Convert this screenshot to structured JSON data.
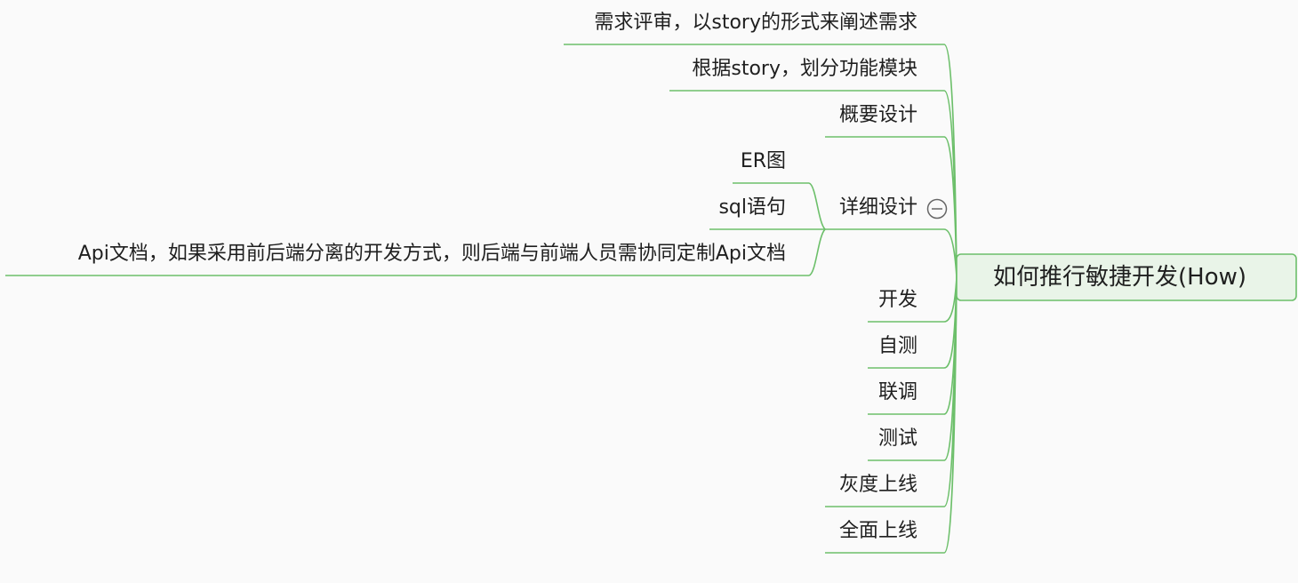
{
  "root": {
    "label": "如何推行敏捷开发(How)"
  },
  "nodes": [
    {
      "label": "需求评审，以story的形式来阐述需求"
    },
    {
      "label": "根据story，划分功能模块"
    },
    {
      "label": "概要设计"
    },
    {
      "label": "详细设计"
    },
    {
      "label": "开发"
    },
    {
      "label": "自测"
    },
    {
      "label": "联调"
    },
    {
      "label": "测试"
    },
    {
      "label": "灰度上线"
    },
    {
      "label": "全面上线"
    }
  ],
  "detail_children": [
    {
      "label": "ER图"
    },
    {
      "label": "sql语句"
    },
    {
      "label": "Api文档，如果采用前后端分离的开发方式，则后端与前端人员需协同定制Api文档"
    }
  ],
  "colors": {
    "line": "#6cbf6a",
    "root_fill": "#e9f4e8",
    "root_border": "#6cbf6a",
    "collapse": "#666666"
  }
}
